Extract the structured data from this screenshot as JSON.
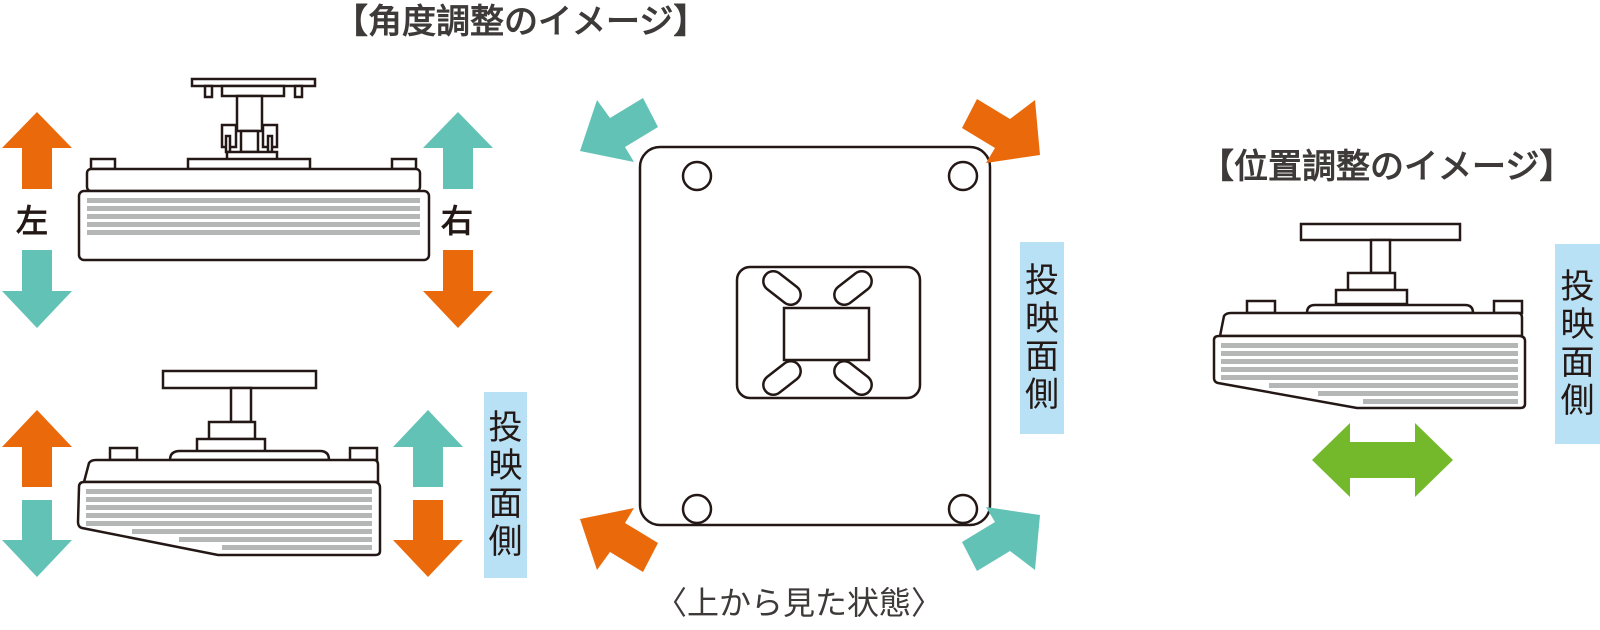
{
  "angle_section": {
    "title": "【角度調整のイメージ】",
    "label_left": "左",
    "label_right": "右",
    "projection_side_label": [
      "投",
      "映",
      "面",
      "側"
    ]
  },
  "top_view": {
    "caption": "〈上から見た状態〉",
    "projection_side_label": [
      "投",
      "映",
      "面",
      "側"
    ]
  },
  "position_section": {
    "title": "【位置調整のイメージ】",
    "projection_side_label": [
      "投",
      "映",
      "面",
      "側"
    ]
  },
  "colors": {
    "orange": "#ea6a0b",
    "teal": "#63c2b6",
    "green": "#74b92c",
    "label_bg": "#b8e1f5",
    "vent_gray": "#b5b6b6",
    "outline": "#231815"
  }
}
